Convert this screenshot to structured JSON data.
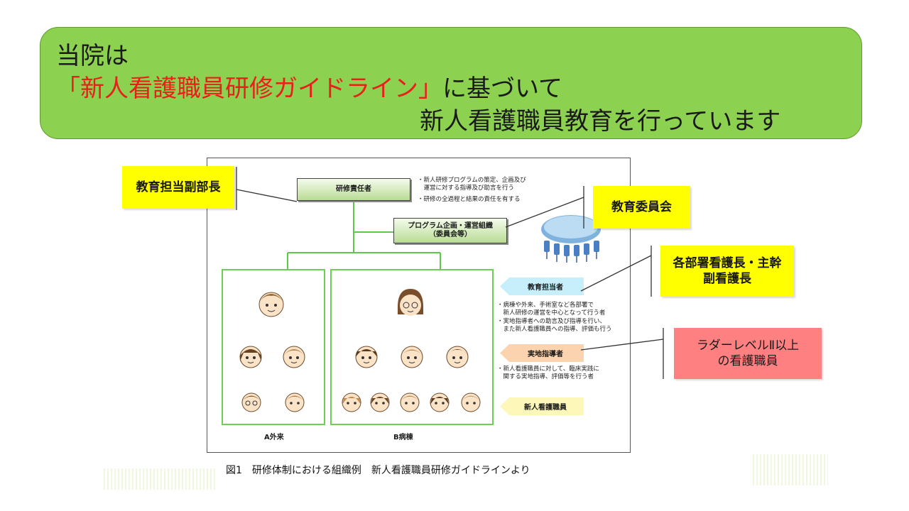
{
  "banner": {
    "line1": "当院は",
    "line2_red": "「新人看護職員研修ガイドライン」",
    "line2_rest": "に基づいて",
    "line3": "新人看護職員教育を行っています"
  },
  "figure": {
    "top_box": "研修責任者",
    "top_notes": [
      "・新人研修プログラムの策定、企画及び",
      "　運営に対する指導及び助言を行う",
      "・研修の全過程と結果の責任を有する"
    ],
    "program_box_line1": "プログラム企画・運営組織",
    "program_box_line2": "（委員会等）",
    "dept_a_label": "A外来",
    "dept_b_label": "B病棟",
    "role_education": "教育担当者",
    "role_education_notes": [
      "・病棟や外来、手術室など各部署で",
      "　新人研修の運営を中心となって行う者",
      "・実地指導者への助言及び指導を行い、",
      "　また新人看護職員への指導、評価も行う"
    ],
    "role_onsite": "実地指導者",
    "role_onsite_notes": [
      "・新人看護職員に対して、臨床実践に",
      "　関する実地指導、評価等を行う者"
    ],
    "role_new": "新人看護職員"
  },
  "callouts": {
    "vice_director": "教育担当副部長",
    "committee": "教育委員会",
    "head_nurse_line1": "各部署看護長・主幹",
    "head_nurse_line2": "副看護長",
    "ladder_line1": "ラダーレベルⅡ以上",
    "ladder_line2": "の看護職員"
  },
  "caption": "図1　研修体制における組織例　新人看護職員研修ガイドラインより",
  "colors": {
    "banner_bg": "#8cd150",
    "banner_red_text": "#e8201a",
    "callout_yellow": "#ffff00",
    "callout_pink": "#ff8080",
    "dept_border": "#6fce55"
  }
}
